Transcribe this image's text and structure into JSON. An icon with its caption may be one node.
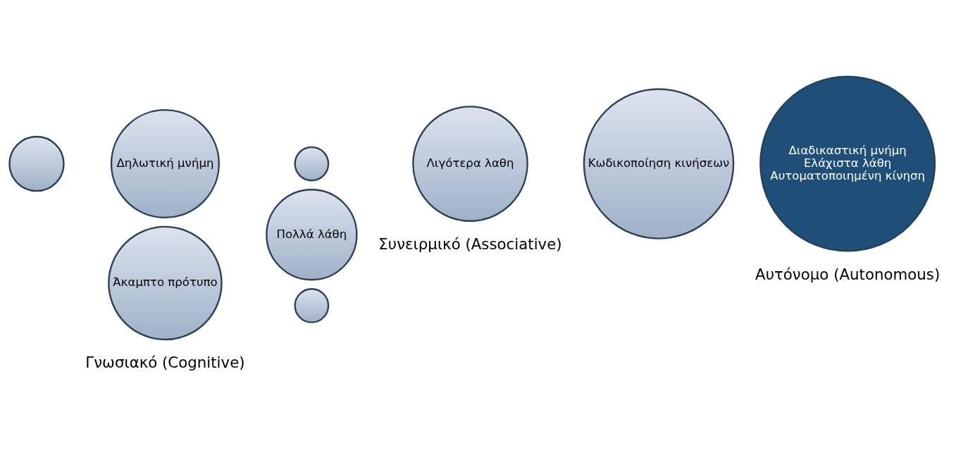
{
  "diagram": {
    "nodes": [
      {
        "text": [
          "Δηλωτική μνήμη"
        ]
      },
      {
        "text": [],
        "shape": "circle"
      },
      {
        "text": [],
        "shape": "circle"
      },
      {
        "text": [
          "Πολλά λάθη"
        ]
      },
      {
        "text": [
          "Άκαμπτο πρότυπο"
        ]
      },
      {
        "text": [],
        "shape": "circle"
      },
      {
        "text": [
          "Λιγότερα λαθη"
        ]
      },
      {
        "text": [
          "Κωδικοποίηση κινήσεων"
        ]
      },
      {
        "text": [
          "Διαδικαστική μνήμη",
          "Ελάχιστα λάθη",
          "Αυτοματοποιημένη κίνηση"
        ]
      }
    ],
    "edges": [],
    "labels": [
      "Γνωσιακό (Cognitive)",
      "Συνειρμικό (Associative)",
      "Αυτόνομο (Autonomous)"
    ]
  }
}
